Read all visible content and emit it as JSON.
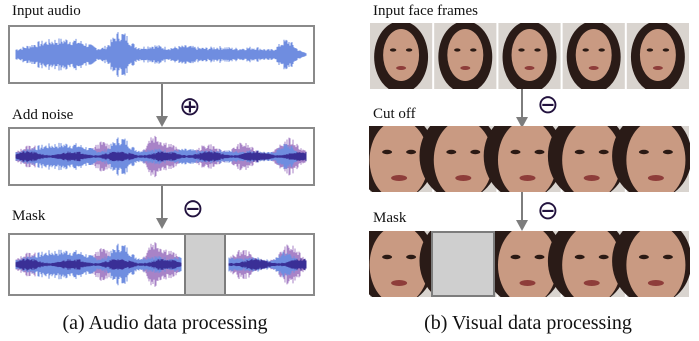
{
  "audio": {
    "input_label": "Input audio",
    "noise_label": "Add noise",
    "mask_label": "Mask",
    "op_add": "⊕",
    "op_sub": "⊖",
    "caption": "(a) Audio data processing",
    "colors": {
      "clean": "#6f8de0",
      "noise": "#a883c7",
      "dark": "#3a2f96"
    }
  },
  "visual": {
    "input_label": "Input face frames",
    "cut_label": "Cut off",
    "mask_label": "Mask",
    "op_sub_1": "⊖",
    "op_sub_2": "⊖",
    "caption": "(b) Visual data processing",
    "frame_count": 5
  }
}
